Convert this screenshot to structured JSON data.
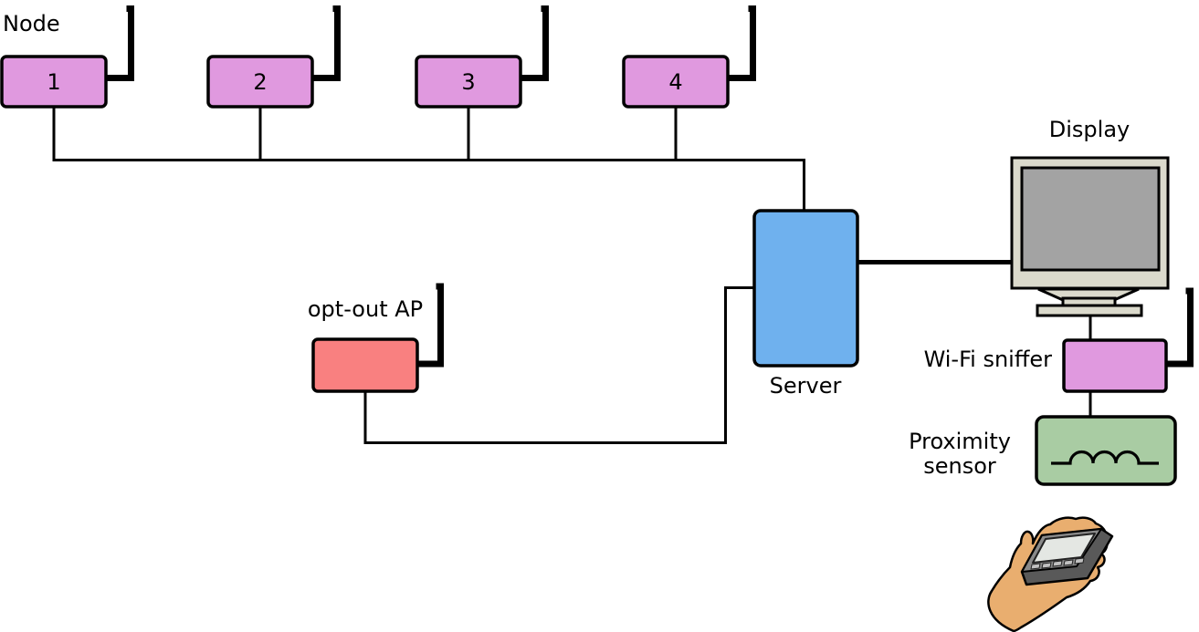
{
  "labels": {
    "node_group": "Node",
    "opt_out_ap": "opt-out AP",
    "server": "Server",
    "display": "Display",
    "wifi_sniffer": "Wi-Fi sniffer",
    "proximity_line1": "Proximity",
    "proximity_line2": "sensor"
  },
  "nodes": [
    "1",
    "2",
    "3",
    "4"
  ],
  "colors": {
    "node_fill": "#E099DF",
    "ap_fill": "#F98080",
    "server_fill": "#6FB1EE",
    "sniffer_fill": "#E099DF",
    "sensor_fill": "#A9CCA3",
    "monitor_bezel": "#DBDACC",
    "monitor_screen": "#A3A3A3",
    "line": "#000000",
    "hand_skin": "#E9AE6F",
    "phone_body": "#8A8A8A",
    "phone_side": "#595959",
    "phone_screen": "#E4E7E3",
    "phone_button": "#C0C0C0"
  }
}
